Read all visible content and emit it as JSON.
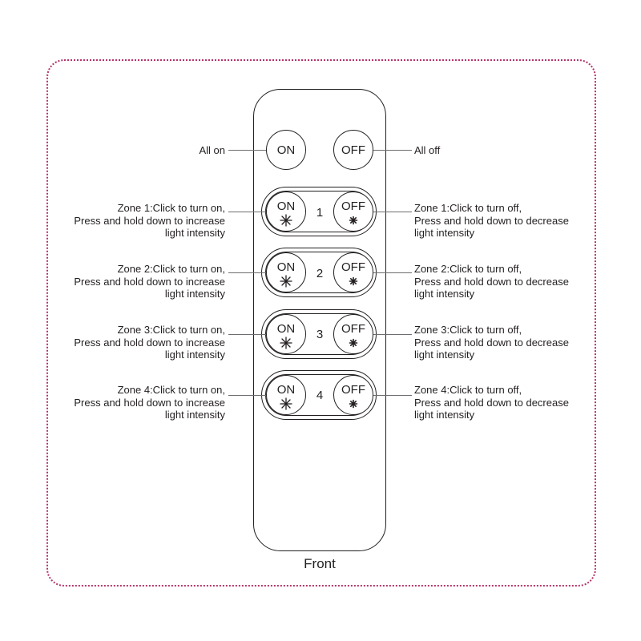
{
  "diagram": {
    "caption": "Front",
    "top_row": {
      "on_button": "ON",
      "off_button": "OFF",
      "left_callout": "All on",
      "right_callout": "All off"
    },
    "zones": [
      {
        "number": "1",
        "on_label": "ON",
        "off_label": "OFF",
        "left_callout": "Zone 1:Click to turn on,\nPress and hold down to increase\nlight intensity",
        "right_callout": "Zone 1:Click to turn off,\nPress and hold down to decrease\nlight intensity"
      },
      {
        "number": "2",
        "on_label": "ON",
        "off_label": "OFF",
        "left_callout": "Zone 2:Click to turn on,\nPress and hold down to increase\nlight intensity",
        "right_callout": "Zone 2:Click to turn off,\nPress and hold down to decrease\nlight intensity"
      },
      {
        "number": "3",
        "on_label": "ON",
        "off_label": "OFF",
        "left_callout": "Zone 3:Click to turn on,\nPress and hold down to increase\nlight intensity",
        "right_callout": "Zone 3:Click to turn off,\nPress and hold down to decrease\nlight intensity"
      },
      {
        "number": "4",
        "on_label": "ON",
        "off_label": "OFF",
        "left_callout": "Zone 4:Click to turn on,\nPress and hold down to increase\nlight intensity",
        "right_callout": "Zone 4:Click to turn off,\nPress and hold down to decrease\nlight intensity"
      }
    ],
    "icons": {
      "increase": "large-asterisk-icon",
      "decrease": "small-asterisk-icon"
    },
    "colors": {
      "frame": "#b5336a",
      "line": "#231f20"
    }
  }
}
